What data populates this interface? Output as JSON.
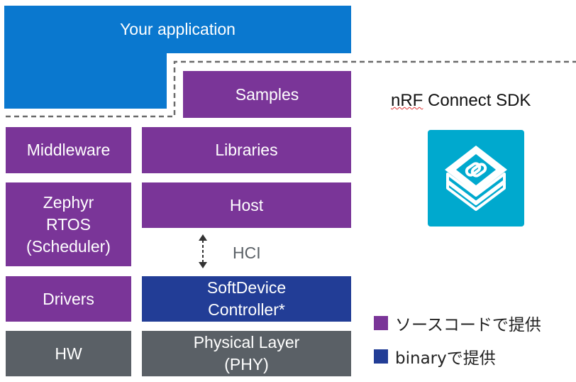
{
  "stack": {
    "your_application": "Your application",
    "samples": "Samples",
    "middleware": "Middleware",
    "libraries": "Libraries",
    "zephyr": [
      "Zephyr",
      "RTOS",
      "(Scheduler)"
    ],
    "host": "Host",
    "hci": "HCI",
    "drivers": "Drivers",
    "softdevice": [
      "SoftDevice",
      "Controller*"
    ],
    "hw": "HW",
    "phy": [
      "Physical Layer",
      "(PHY)"
    ]
  },
  "sdk": {
    "title_prefix": "nRF",
    "title_rest": " Connect SDK",
    "logo_icon": "nrf-connect-sdk-logo-icon"
  },
  "legend": [
    {
      "label": "ソースコードで提供",
      "color": "#7a3598"
    },
    {
      "label": "binaryで提供",
      "color": "#223d96"
    }
  ],
  "colors": {
    "application": "#0a78cf",
    "source": "#7a3598",
    "binary": "#223d96",
    "hardware": "#5a6066",
    "logo": "#00a9ce"
  }
}
